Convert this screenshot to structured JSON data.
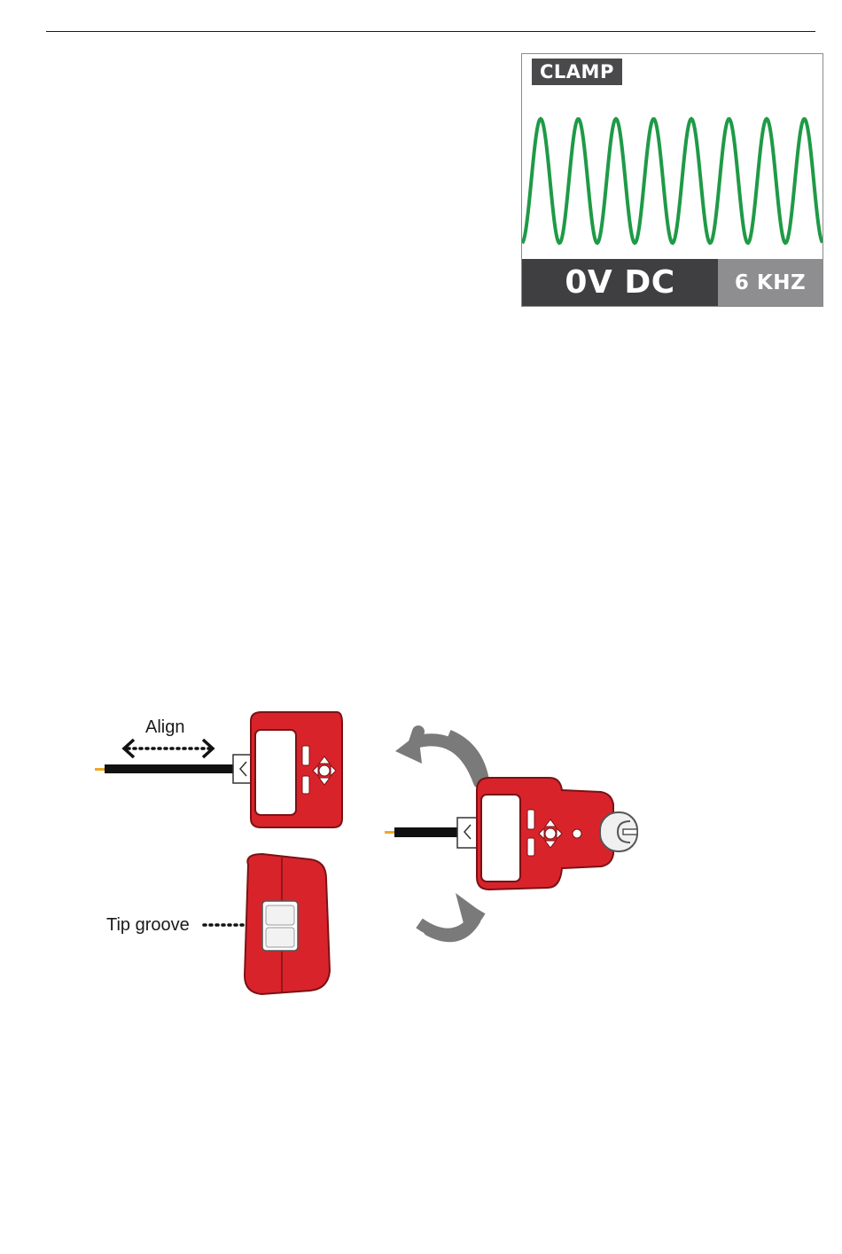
{
  "display": {
    "mode": "CLAMP",
    "voltage": "0V DC",
    "frequency": "6 KHZ",
    "colors": {
      "trace": "#1f9a46",
      "primary_bar": "#3f3f41",
      "secondary_bar": "#8e8e90"
    }
  },
  "illustration": {
    "align_label": "Align",
    "tip_groove_label": "Tip groove",
    "icons": [
      "meter-device",
      "probe-cable",
      "rotate-arrows"
    ],
    "colors": {
      "device": "#d9232b",
      "arrows": "#7a7a7a",
      "wire_tip": "#f0a820"
    }
  }
}
